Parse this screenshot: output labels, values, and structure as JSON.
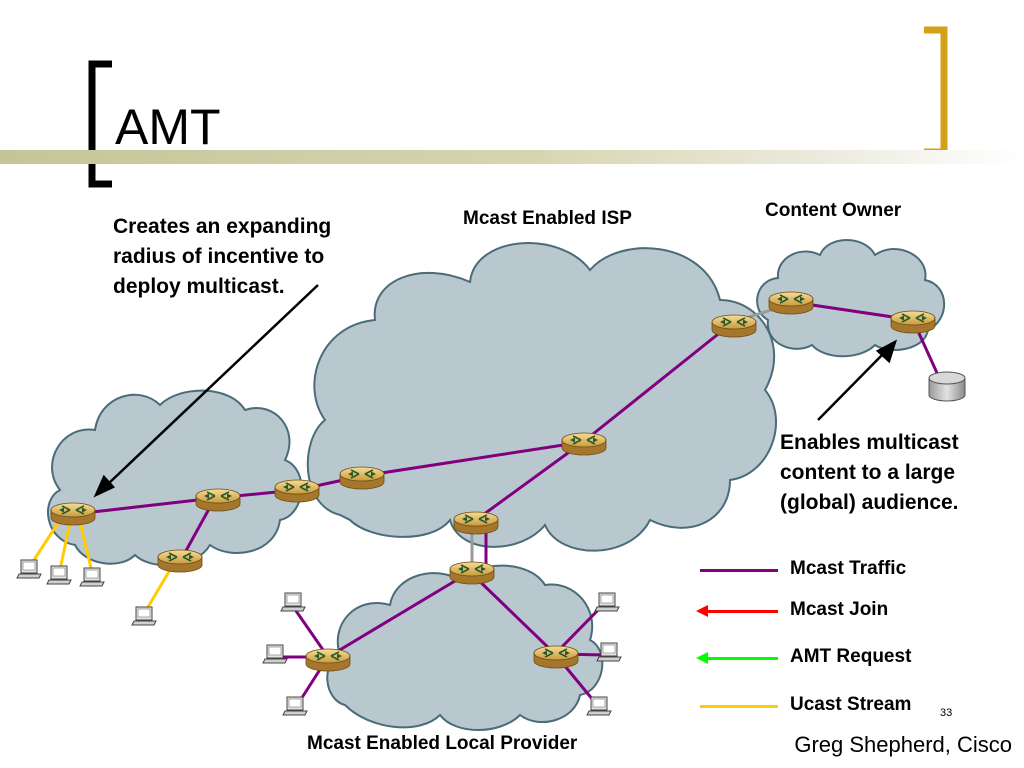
{
  "slide": {
    "title": "AMT",
    "page_number": "33",
    "credit": "Greg Shepherd, Cisco"
  },
  "labels": {
    "isp": "Mcast Enabled ISP",
    "content_owner": "Content Owner",
    "local_provider": "Mcast Enabled Local Provider"
  },
  "notes": {
    "left": [
      "Creates an expanding",
      "radius of incentive to",
      "deploy multicast."
    ],
    "right": [
      "Enables multicast",
      "content to a large",
      "(global) audience."
    ]
  },
  "legend": [
    {
      "label": "Mcast Traffic",
      "color": "#800080",
      "arrow": false
    },
    {
      "label": "Mcast Join",
      "color": "#ff0000",
      "arrow": true
    },
    {
      "label": "AMT Request",
      "color": "#00ff00",
      "arrow": true
    },
    {
      "label": "Ucast Stream",
      "color": "#ffcc00",
      "arrow": false
    }
  ],
  "colors": {
    "bracket_left": "#000000",
    "bracket_right": "#d4a017",
    "cloud_fill": "#b9c8cf",
    "cloud_stroke": "#4a6c78",
    "mcast_line": "#800080",
    "ucast_line": "#ffcc00"
  }
}
